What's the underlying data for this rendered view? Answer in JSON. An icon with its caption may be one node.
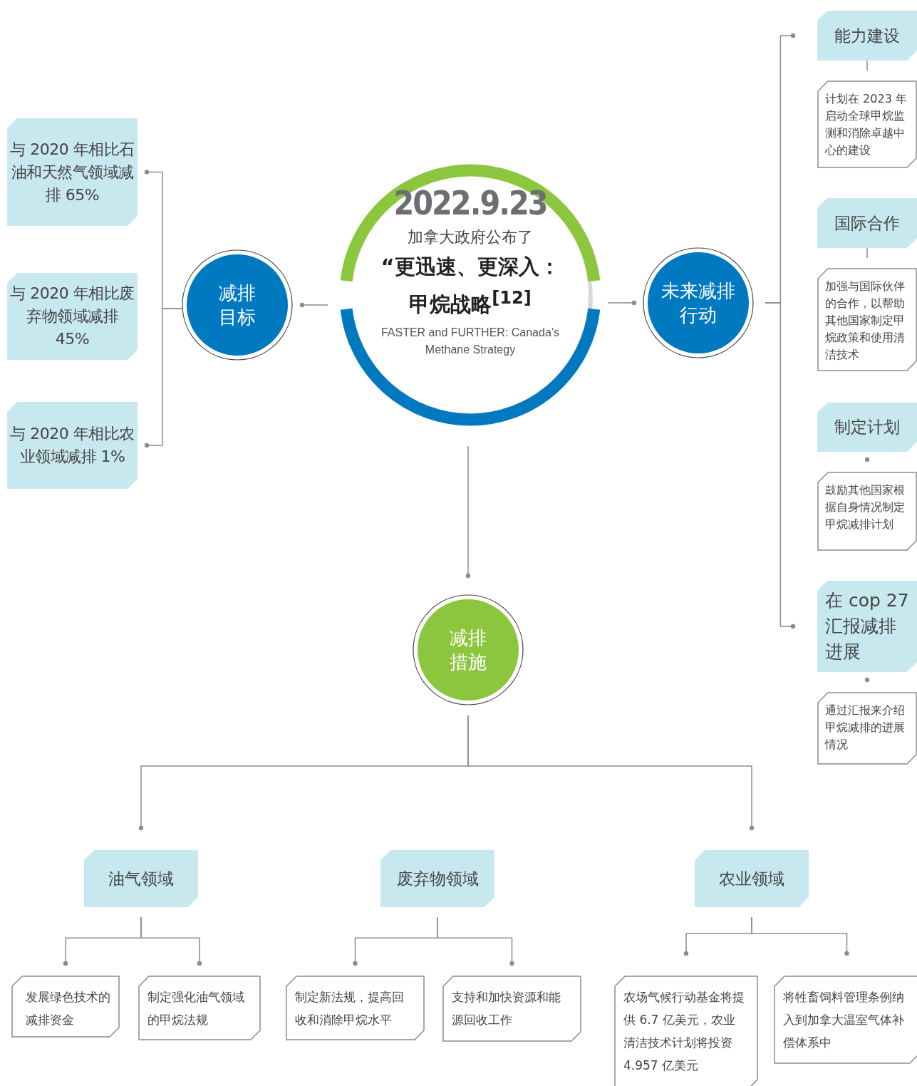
{
  "diagram": {
    "nodes": [
      {
        "text": [
          "2022.9.23",
          "加拿大政府公布了",
          "“更迅速、更深入：甲烷战略$^{[12]}$",
          "FASTER and FURTHER: Canada’s Methane Strategy"
        ]
      },
      {
        "text": [
          "减排目标"
        ]
      },
      {
        "text": [
          "未来减排行动"
        ]
      },
      {
        "text": [
          "减排措施"
        ]
      },
      {
        "text": [
          "与 2020 年相比石油和天然气领域减排 65%"
        ]
      },
      {
        "text": [
          "与 2020 年相比废弃物领域减排 45%"
        ]
      },
      {
        "text": [
          "与 2020 年相比农业领域减排 1%"
        ]
      },
      {
        "text": [
          "能力建设"
        ]
      },
      {
        "text": [
          "计划在 2023 年启动全球甲烷监测和消除卓越中心的建设"
        ]
      },
      {
        "text": [
          "国际合作"
        ]
      },
      {
        "text": [
          "加强与国际伙伴的合作，以帮助其他国家制定甲烷政策和使用清洁技术"
        ]
      },
      {
        "text": [
          "制定计划"
        ]
      },
      {
        "text": [
          "鼓励其他国家根据自身情况制定甲烷减排计划"
        ]
      },
      {
        "text": [
          "在 cop 27 汇报减排进展"
        ]
      },
      {
        "text": [
          "通过汇报来介绍甲烷减排的进展情况"
        ]
      },
      {
        "text": [
          "油气领域"
        ]
      },
      {
        "text": [
          "废弃物领域"
        ]
      },
      {
        "text": [
          "农业领域"
        ]
      },
      {
        "text": [
          "发展绿色技术的减排资金"
        ]
      },
      {
        "text": [
          "制定强化油气领域的甲烷法规"
        ]
      },
      {
        "text": [
          "制定新法规，提高回收和消除甲烷水平"
        ]
      },
      {
        "text": [
          "支持和加快资源和能源回收工作"
        ]
      },
      {
        "text": [
          "农场气候行动基金将提供 6.7 亿美元，农业清洁技术计划将投资 4.957 亿美元"
        ]
      },
      {
        "text": [
          "将牲畜饲料管理条例纳入到加拿大温室气体补偿体系中"
        ]
      }
    ],
    "edges": [
      {
        "from": 0,
        "to": 1,
        "arrow": "other"
      },
      {
        "from": 1,
        "to": 4,
        "arrow": "other"
      },
      {
        "from": 1,
        "to": 6,
        "arrow": "other"
      },
      {
        "from": 0,
        "to": 2,
        "arrow": "other"
      },
      {
        "from": 2,
        "to": 7,
        "arrow": "other"
      },
      {
        "from": 2,
        "to": 13,
        "arrow": "other"
      },
      {
        "from": 7,
        "to": 8,
        "arrow": "other"
      },
      {
        "from": 9,
        "to": 10,
        "arrow": "other"
      },
      {
        "from": 11,
        "to": 12,
        "arrow": "other"
      },
      {
        "from": 13,
        "to": 14,
        "arrow": "other"
      },
      {
        "from": 0,
        "to": 3,
        "arrow": "other"
      },
      {
        "from": 3,
        "to": 15,
        "arrow": "other"
      },
      {
        "from": 3,
        "to": 17,
        "arrow": "other"
      },
      {
        "from": 15,
        "to": 18,
        "arrow": "other"
      },
      {
        "from": 15,
        "to": 19,
        "arrow": "other"
      },
      {
        "from": 16,
        "to": 20,
        "arrow": "other"
      },
      {
        "from": 16,
        "to": 21,
        "arrow": "other"
      },
      {
        "from": 17,
        "to": 22,
        "arrow": "other"
      },
      {
        "from": 17,
        "to": 23,
        "arrow": "other"
      }
    ]
  }
}
